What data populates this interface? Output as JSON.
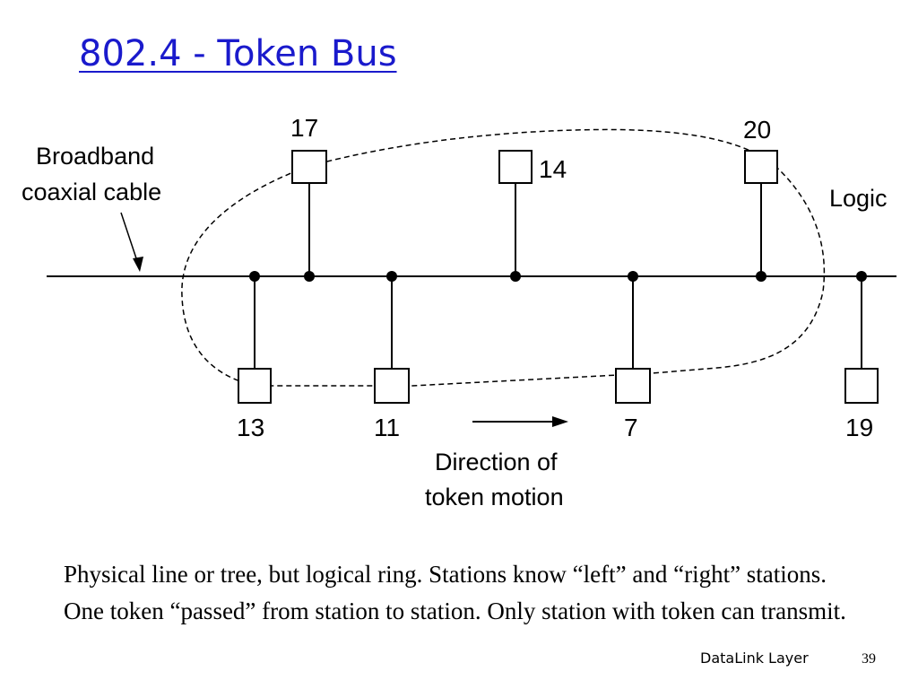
{
  "slide": {
    "title": "802.4 - Token Bus",
    "body": "Physical line or tree, but logical ring.  Stations know “left” and “right” stations.  One token “passed” from station to station.  Only station with token can transmit.",
    "footer": "DataLink Layer",
    "page_number": "39",
    "title_color": "#1a1acc"
  },
  "diagram": {
    "cable_label_line1": "Broadband",
    "cable_label_line2": "coaxial cable",
    "ring_label": "Logic",
    "direction_label_line1": "Direction of",
    "direction_label_line2": "token motion",
    "stations": {
      "s17": "17",
      "s14": "14",
      "s20": "20",
      "s13": "13",
      "s11": "11",
      "s7": "7",
      "s19": "19"
    }
  }
}
